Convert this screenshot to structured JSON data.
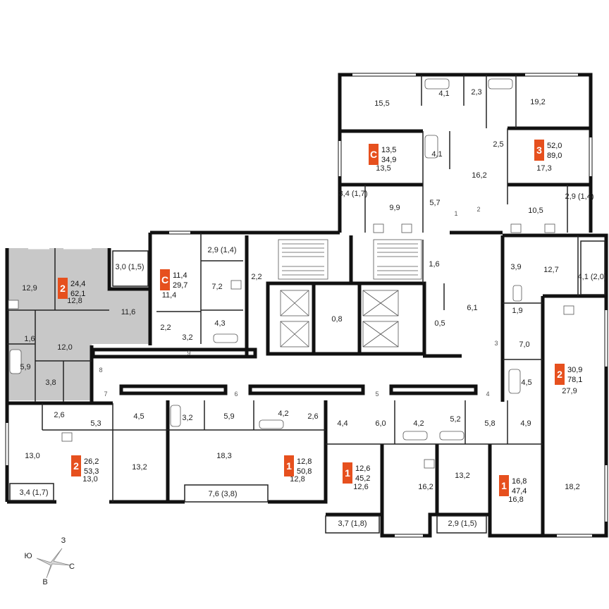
{
  "colors": {
    "badge": "#e6501e",
    "highlight": "#c8c8c8",
    "wall": "#111111"
  },
  "apartments": [
    {
      "rooms": "2",
      "living": "24,4",
      "total": "62,1",
      "highlighted": true
    },
    {
      "rooms": "C",
      "living": "11,4",
      "total": "29,7",
      "highlighted": false
    },
    {
      "rooms": "C",
      "living": "13,5",
      "total": "34,9",
      "highlighted": false
    },
    {
      "rooms": "3",
      "living": "52,0",
      "total": "89,0",
      "highlighted": false
    },
    {
      "rooms": "2",
      "living": "30,9",
      "total": "78,1",
      "highlighted": false
    },
    {
      "rooms": "2",
      "living": "26,2",
      "total": "53,3",
      "highlighted": false
    },
    {
      "rooms": "1",
      "living": "12,8",
      "total": "50,8",
      "highlighted": false
    },
    {
      "rooms": "1",
      "living": "12,6",
      "total": "45,2",
      "highlighted": false
    },
    {
      "rooms": "1",
      "living": "16,8",
      "total": "47,4",
      "highlighted": false
    }
  ],
  "room_areas": [
    "15,5",
    "4,1",
    "2,3",
    "19,2",
    "13,5",
    "4,1",
    "2,5",
    "17,3",
    "16,2",
    "3,4 (1,7)",
    "9,9",
    "5,7",
    "2,9 (1,4)",
    "10,5",
    "2,9 (1,4)",
    "7,2",
    "2,2",
    "1,6",
    "3,9",
    "12,7",
    "4,1 (2,0)",
    "3,0 (1,5)",
    "12,9",
    "12,8",
    "11,6",
    "11,4",
    "2,2",
    "3,2",
    "4,3",
    "0,8",
    "6,1",
    "0,5",
    "1,9",
    "7,0",
    "1,6",
    "5,9",
    "12,0",
    "3,8",
    "4,5",
    "27,9",
    "2,6",
    "5,3",
    "4,5",
    "3,2",
    "5,9",
    "4,2",
    "2,6",
    "4,4",
    "6,0",
    "4,2",
    "5,2",
    "5,8",
    "4,9",
    "13,0",
    "13,0",
    "13,2",
    "18,3",
    "12,8",
    "12,6",
    "16,2",
    "13,2",
    "16,8",
    "18,2",
    "3,4 (1,7)",
    "7,6 (3,8)",
    "3,7 (1,8)",
    "2,9 (1,5)"
  ],
  "door_marks": [
    "1",
    "2",
    "3",
    "4",
    "5",
    "6",
    "7",
    "8",
    "9"
  ],
  "compass": {
    "north": "З",
    "west": "Ю",
    "east": "С",
    "south": "В"
  }
}
